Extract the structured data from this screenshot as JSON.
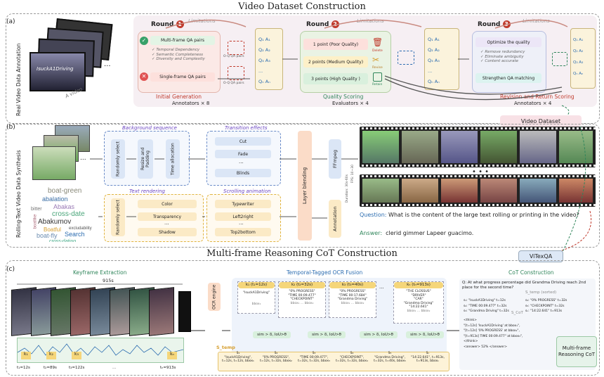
{
  "titles": {
    "video_dataset_construction": "Video Dataset Construction",
    "multi_frame_cot": "Multi-frame Reasoning CoT Construction"
  },
  "section_a": {
    "label": "(a)",
    "side_label": "Real Video Data Annotation",
    "a_video": "A video",
    "round1": {
      "title": "Round",
      "num": "1",
      "limitations": "Limitations",
      "good_pairs": "Multi-frame QA pairs",
      "checks": [
        "Temporal Dependency",
        "Semantic Completeness",
        "Diversity and Complexity"
      ],
      "bad_pairs": "Single-frame QA pairs",
      "oq1": "O-Q QA pairs",
      "oq2": "O-Q QA pairs",
      "footer": "Initial Generation",
      "annot": "Annotators × 8"
    },
    "qa_list1": [
      "Q₁ A₁",
      "Q₂ A₂",
      "Q₃ A₃",
      "...",
      "Qₙ Aₙ"
    ],
    "round2": {
      "title": "Round",
      "num": "2",
      "limitations": "Limitations",
      "scores": [
        "1 point (Poor Quality)",
        "2 points (Medium Quality)",
        "3 points (High Quality )"
      ],
      "actions": [
        "Delete",
        "Revise",
        "Retain"
      ],
      "footer": "Quality Scoring",
      "annot": "Evaluators × 4"
    },
    "qa_list2": [
      "Q₁ A₁",
      "Q₂ A₂",
      "Q₃ A₃",
      "...",
      "Qₙ Aₙ"
    ],
    "round3": {
      "title": "Round",
      "num": "3",
      "limitations": "Limitations",
      "opt": "Optimize the quality",
      "checks": [
        "Remove redundancy",
        "Eliminate ambiguity",
        "Content accurate"
      ],
      "strengthen": "Strengthen QA matching",
      "footer": "Revision and Return Scoring",
      "annot": "Annotators × 4"
    },
    "qa_list3": [
      "Q₁ A₁",
      "Q₂ A₂",
      "Q₃ A₃",
      "Qₙ Aₙ"
    ],
    "video_dataset": "Video Dataset"
  },
  "section_b": {
    "label": "(b)",
    "side_label": "Rolling-Text Video Data Synthesis",
    "bg_title": "Background sequence",
    "trans_title": "Transition effects",
    "text_title": "Text rendering",
    "scroll_title": "Scrolling animation",
    "random1": "Randomly select",
    "resize": "Resize and Padding",
    "time_alloc": "Time allocation",
    "transitions": [
      "Cut",
      "Fade",
      "...",
      "Blinds"
    ],
    "random2": "Randomly select",
    "text_opts": [
      "Color",
      "Transparency",
      "...",
      "Shadow"
    ],
    "scroll_opts": [
      "Typewriter",
      "Left2right",
      "...",
      "Top2bottom"
    ],
    "layer": "Layer blending",
    "ffmpeg": "FFmpeg",
    "annotation": "Annotation",
    "duration": "Duration: 30s-60s",
    "fps": "FPS: 10~30",
    "words": [
      "boat-green",
      "abalation",
      "Abakas",
      "cross-date",
      "bitter",
      "Abakumov",
      "Boatful",
      "boat-fly",
      "Search",
      "excludability",
      "cross-dating",
      "boatlike"
    ],
    "question_label": "Question:",
    "question": "What is the content of the large text rolling or printing in the video?",
    "answer_label": "Answer:",
    "answer": "clerid gimmer Lapeer guacimo."
  },
  "vitexqa": "ViTexQA",
  "section_c": {
    "label": "(c)",
    "keyframe_title": "Keyframe Extraction",
    "duration_label": "915s",
    "times": [
      "t₁=12s",
      "t₂=89s",
      "t₃=122s",
      "...",
      "tₙ=913s"
    ],
    "k_labels": [
      "k₁",
      "k₂",
      "k₃",
      "kₙ"
    ],
    "ocr_engine": "OCR engine",
    "fusion_title": "Temporal-Tagged OCR Fusion",
    "kf": [
      {
        "head": "k₁ (t₁=12s)",
        "lines": [
          "\"IsuckA1Driving\""
        ],
        "bbox": "bbox₁"
      },
      {
        "head": "k₂ (t₂=32s)",
        "lines": [
          "\"0% PROGRESS\"",
          "\"TIME 00:09.477\"",
          "\"CHECKPOINT\""
        ],
        "bbox": "bbox₁ ... bbox₂"
      },
      {
        "head": "k₃ (t₃=40s)",
        "lines": [
          "\"0% PROGRESS\"",
          "\"TIME 00:17.684\"",
          "\"Grandma Driving\""
        ],
        "bbox": "bbox₁ ... bbox₂"
      },
      {
        "head": "kₙ (tₙ=913s)",
        "lines": [
          "\"THE CLOSSUS\"",
          "\"DRIVER\"",
          "\"CAR\"",
          "\"Grandma Driving\"",
          "\"14:22.641\""
        ],
        "bbox": "bbox₁ ... bbox₂"
      }
    ],
    "sim_labels": [
      "sim > δ, IoU>θ",
      "sim > δ, IoU>θ",
      "sim > δ, IoU>θ",
      "sim > δ, IoU>θ"
    ],
    "s_temp": "S_temp",
    "s_cells": [
      {
        "h": "S₁",
        "t": "\"IsuckA1Driving\", t=12s, t=12s, bbox₁"
      },
      {
        "h": "S₂",
        "t": "\"0% PROGRESS\", t=12s, t=32s, bbox₂"
      },
      {
        "h": "S₃",
        "t": "\"TIME 00:09.477\", t=32s, t=32s, bbox₃"
      },
      {
        "h": "S₄",
        "t": "\"CHECKPOINT\", t=32s, t=32s, bbox₄"
      },
      {
        "h": "S₅",
        "t": "\"Grandma Driving\", t=32s, t=40s, bbox₅"
      },
      {
        "h": "Sₙ",
        "t": "\"14:22.641\", t=913s, t=913s, bboxₙ"
      }
    ],
    "cot_title": "CoT Construction",
    "question": "Q: At what progress percentage did Grandma Driving reach 2nd place for the second time?",
    "s_temp_sorted": "S_temp (sorted)",
    "sorted_left": [
      "s₁: \"IsuckA1Driving\" t=12s",
      "s₂: \"TIME 00:09.477\" t=32s",
      "s₃: \"Grandma Driving\" t=32s"
    ],
    "sorted_right": [
      "s₄: \"0% PROGRESS\" t=32s",
      "s₅: \"CHECKPOINT\" t=32s",
      "sₙ: \"14:22.641\" t=913s"
    ],
    "s_cot": "S_CoT",
    "cot_lines": [
      "<think>",
      "\"[t=12s] 'IsuckA1Driving' at bbox₁\",",
      "\"[t=12s] '0% PROGRESS' at bbox₂\",",
      "\"[t=913s] TIME 00:09.477\" at bbox₃\",",
      "</think>",
      "<answer> 52% </answer>"
    ],
    "mfr_cot": "Multi-frame Reasoning CoT"
  }
}
